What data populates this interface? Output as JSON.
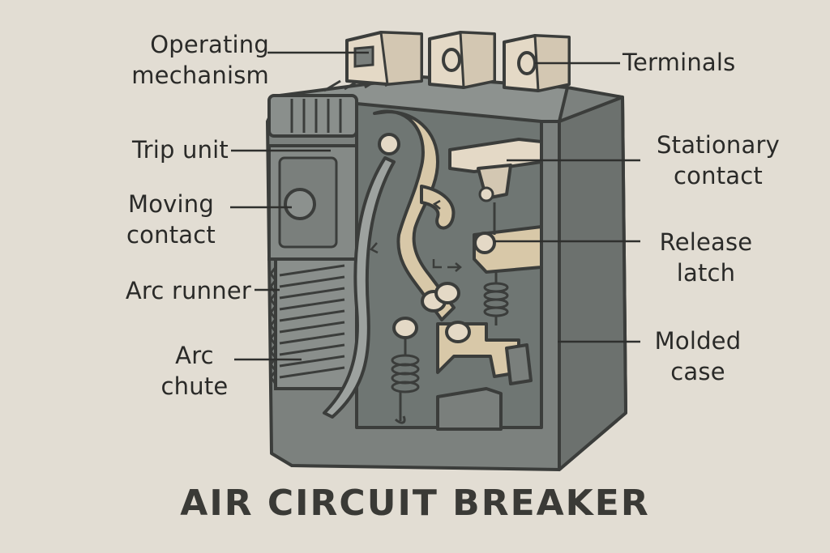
{
  "title": "AIR CIRCUIT BREAKER",
  "labels": {
    "operating_mechanism": "Operating\nmechanism",
    "terminals": "Terminals",
    "trip_unit": "Trip unit",
    "stationary_contact": "Stationary\ncontact",
    "moving_contact": "Moving\ncontact",
    "release_latch": "Release\nlatch",
    "arc_runner": "Arc runner",
    "arc_chute": "Arc\nchute",
    "molded_case": "Molded\ncase"
  },
  "colors": {
    "background": "#e2ddd3",
    "case": "#7a7f7c",
    "case_interior": "#6d7471",
    "terminal": "#e4d9c6",
    "mechanism": "#d8c8a8",
    "outline": "#3b3d3b"
  }
}
